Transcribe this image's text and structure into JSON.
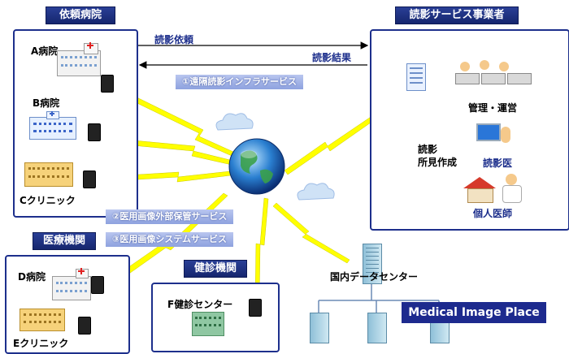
{
  "groups": {
    "irai": "依頼病院",
    "service": "読影サービス事業者",
    "iryo": "医療機関",
    "kenshin": "健診機関"
  },
  "flows": {
    "request": "読影依頼",
    "result": "読影結果"
  },
  "services": {
    "s1": "①遠隔読影インフラサービス",
    "s2": "②医用画像外部保管サービス",
    "s3": "③医用画像システムサービス"
  },
  "facilities": {
    "hospital_a": "A病院",
    "hospital_b": "B病院",
    "clinic_c": "Cクリニック",
    "hospital_d": "D病院",
    "clinic_e": "Eクリニック",
    "center_f": "F健診センター"
  },
  "provider": {
    "management": "管理・運営",
    "reading": "読影\n所見作成",
    "radiologist": "読影医",
    "individual": "個人医師"
  },
  "datacenter": "国内データセンター",
  "product": "Medical Image Place"
}
